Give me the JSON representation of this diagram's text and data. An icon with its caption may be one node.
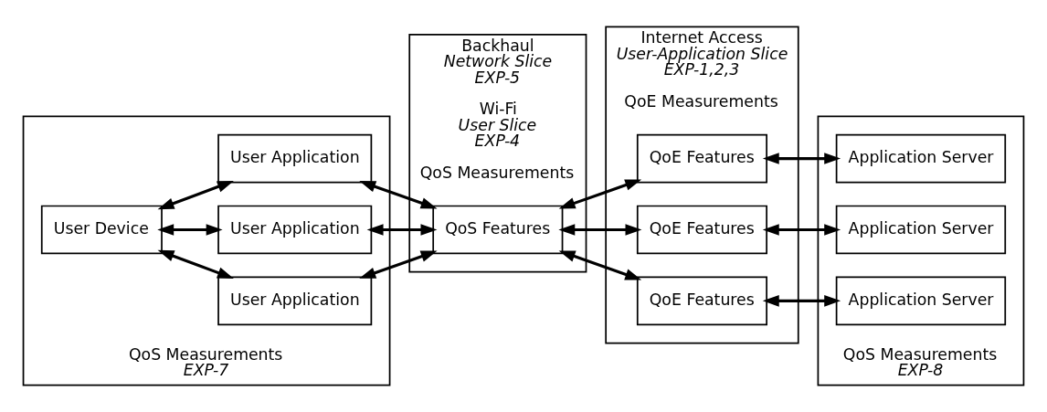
{
  "diagram": {
    "nodes": [
      {
        "text": [
          "QoS Measurements",
          "EXP-7"
        ]
      },
      {
        "text": [
          "User Device"
        ],
        "in": 0
      },
      {
        "text": [
          "User Application"
        ],
        "in": 0
      },
      {
        "text": [
          "User Application"
        ],
        "in": 0
      },
      {
        "text": [
          "User Application"
        ],
        "in": 0
      },
      {
        "text": [
          "Backhaul",
          "Network Slice",
          "EXP-5",
          "Wi-Fi",
          "User Slice",
          "EXP-4",
          "QoS Measurements"
        ]
      },
      {
        "text": [
          "QoS Features"
        ],
        "in": 5
      },
      {
        "text": [
          "Internet Access",
          "User-Application Slice",
          "EXP-1,2,3",
          "QoE Measurements"
        ]
      },
      {
        "text": [
          "QoE Features"
        ],
        "in": 7
      },
      {
        "text": [
          "QoE Features"
        ],
        "in": 7
      },
      {
        "text": [
          "QoE Features"
        ],
        "in": 7
      },
      {
        "text": [
          "QoS Measurements",
          "EXP-8"
        ]
      },
      {
        "text": [
          "Application Server"
        ],
        "in": 11
      },
      {
        "text": [
          "Application Server"
        ],
        "in": 11
      },
      {
        "text": [
          "Application Server"
        ],
        "in": 11
      }
    ],
    "edges": [
      {
        "from": 1,
        "to": 2,
        "arrow": "both"
      },
      {
        "from": 1,
        "to": 3,
        "arrow": "both"
      },
      {
        "from": 1,
        "to": 4,
        "arrow": "both"
      },
      {
        "from": 2,
        "to": 6,
        "arrow": "both"
      },
      {
        "from": 3,
        "to": 6,
        "arrow": "both"
      },
      {
        "from": 4,
        "to": 6,
        "arrow": "both"
      },
      {
        "from": 6,
        "to": 8,
        "arrow": "both"
      },
      {
        "from": 6,
        "to": 9,
        "arrow": "both"
      },
      {
        "from": 6,
        "to": 10,
        "arrow": "both"
      },
      {
        "from": 8,
        "to": 12,
        "arrow": "both"
      },
      {
        "from": 9,
        "to": 13,
        "arrow": "both"
      },
      {
        "from": 10,
        "to": 14,
        "arrow": "both"
      }
    ]
  }
}
